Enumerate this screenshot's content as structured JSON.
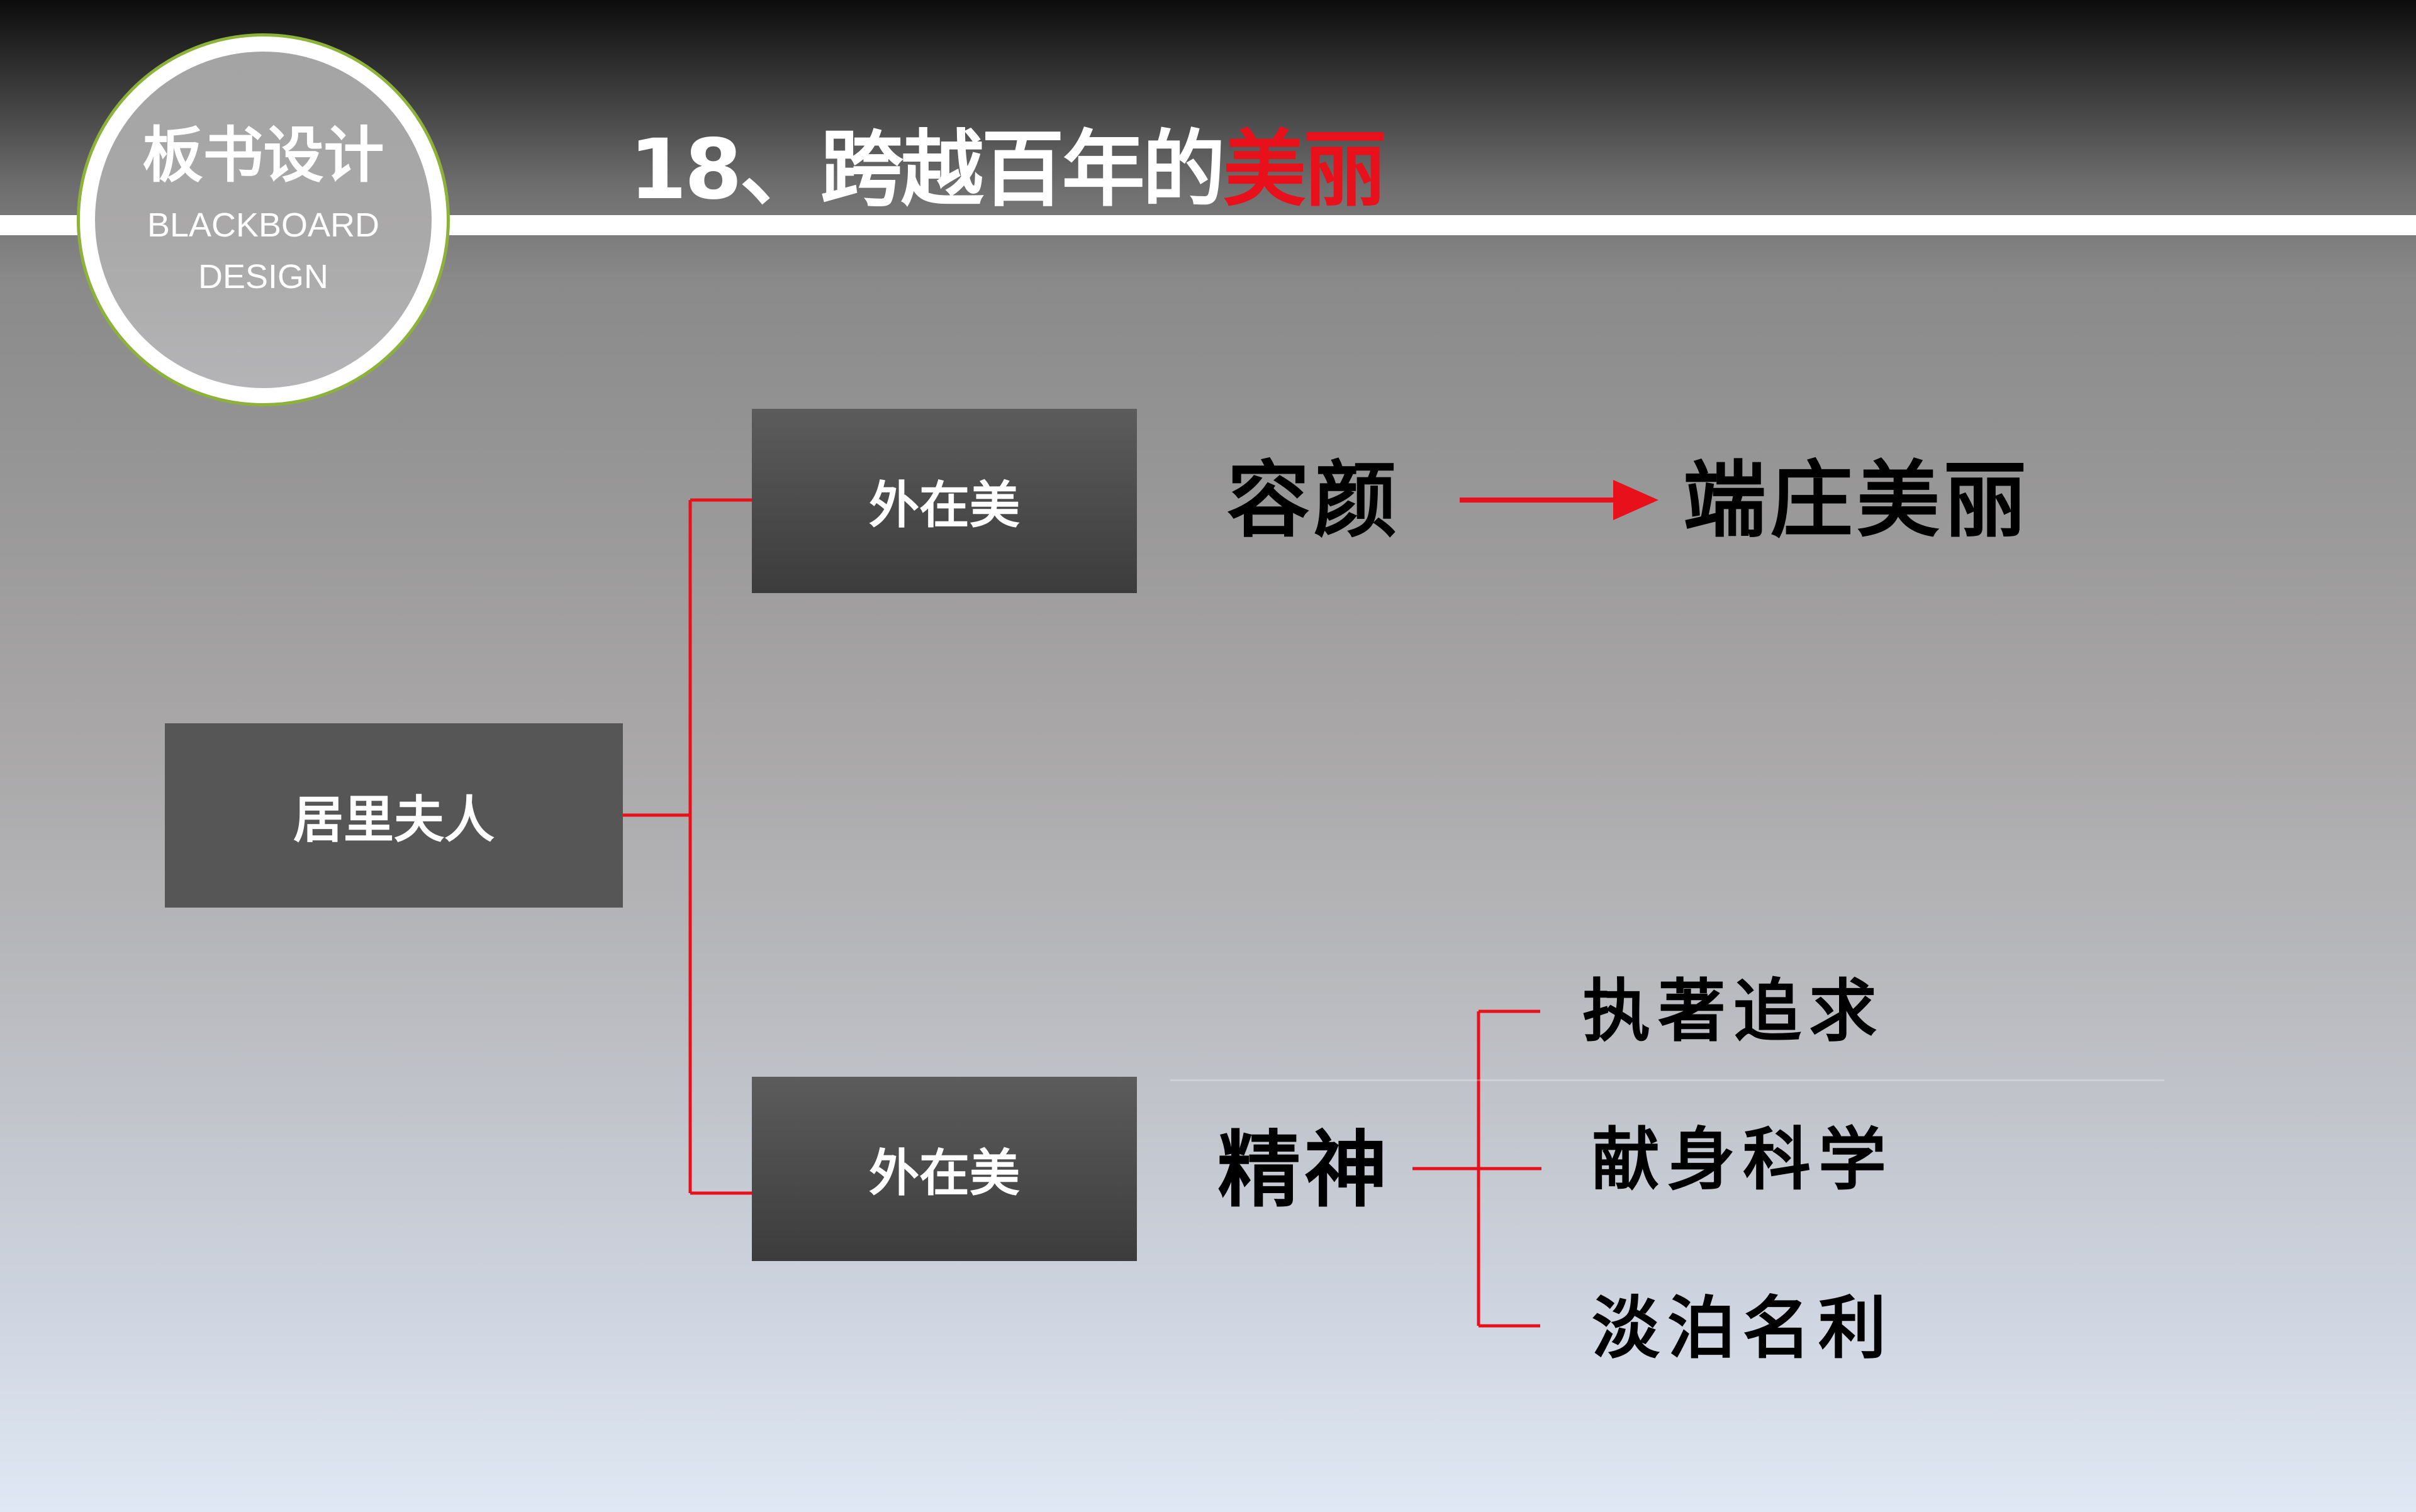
{
  "badge": {
    "title": "板书设计",
    "subtitle_line1": "BLACKBOARD",
    "subtitle_line2": "DESIGN"
  },
  "header": {
    "title_prefix": "18、跨越百年的",
    "title_highlight": "美丽"
  },
  "colors": {
    "accent_red": "#e8101a",
    "badge_ring": "#8cb23a",
    "node_fill": "#565656"
  },
  "diagram": {
    "root": "居里夫人",
    "top_node": "外在美",
    "bottom_node": "外在美",
    "top_term": "容颜",
    "top_result": "端庄美丽",
    "bottom_term": "精神",
    "bottom_results": [
      "执著追求",
      "献身科学",
      "淡泊名利"
    ]
  }
}
